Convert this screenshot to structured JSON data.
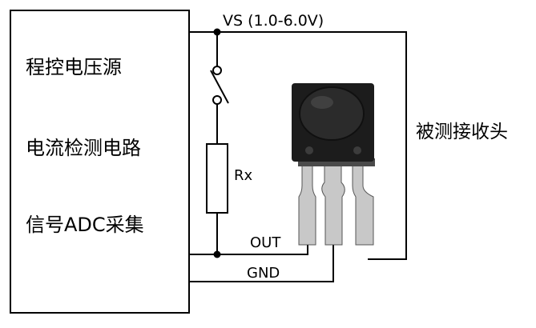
{
  "diagram": {
    "block_lines": [
      "程控电压源",
      "电流检测电路",
      "信号ADC采集"
    ],
    "supply_label": "VS (1.0-6.0V)",
    "resistor_label": "Rx",
    "out_label": "OUT",
    "gnd_label": "GND",
    "receiver_label": "被测接收头"
  },
  "colors": {
    "wire": "#000000",
    "body_dark": "#1c1c1c",
    "lens": "#2a2a2a",
    "pin": "#c8c8c8",
    "pin_edge": "#555555"
  },
  "icons": {
    "switch": "spst-switch-icon",
    "resistor": "resistor-icon",
    "receiver": "ir-receiver-module-icon"
  }
}
